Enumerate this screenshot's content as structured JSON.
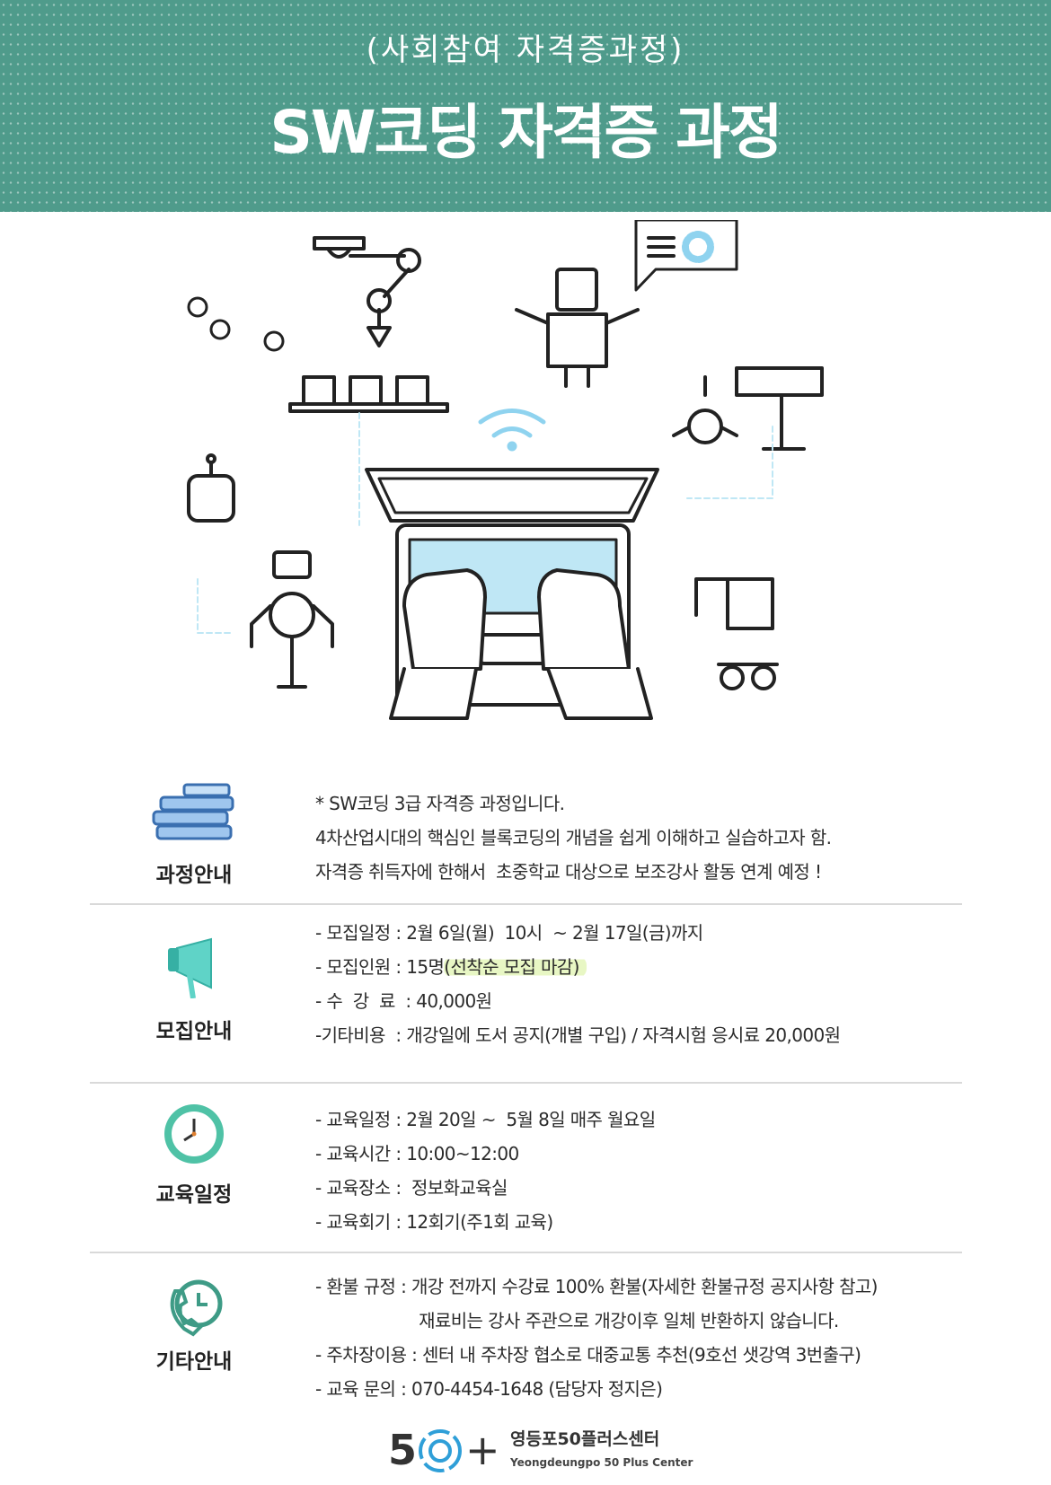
{
  "header": {
    "subtitle": "(사회참여 자격증과정)",
    "title": "SW코딩 자격증 과정",
    "background_color": "#4f9b8b"
  },
  "illustration": {
    "description_icons": [
      "laptop-icon",
      "robot-icon",
      "robot-arm-icon",
      "wifi-icon",
      "gear-icon",
      "hands-icon"
    ]
  },
  "sections": [
    {
      "label": "과정안내",
      "icon": "books-icon",
      "lines": [
        "* SW코딩 3급 자격증 과정입니다.",
        "4차산업시대의 핵심인 블록코딩의 개념을 쉽게 이해하고 실습하고자 함.",
        "자격증 취득자에 한해서  초중학교 대상으로 보조강사 활동 연계 예정 !"
      ]
    },
    {
      "label": "모집안내",
      "icon": "megaphone-icon",
      "lines": [
        "- 모집일정 : 2월 6일(월)  10시  ~ 2월 17일(금)까지",
        "- 모집인원 : 15명",
        "- 수  강  료  : 40,000원",
        "-기타비용  : 개강일에 도서 공지(개별 구입) / 자격시험 응시료 20,000원"
      ],
      "highlight": "(선착순 모집 마감)",
      "highlight_color": "#e8f7c4"
    },
    {
      "label": "교육일정",
      "icon": "clock-icon",
      "lines": [
        "- 교육일정 : 2월 20일 ~  5월 8일 매주 월요일",
        "- 교육시간 : 10:00~12:00",
        "- 교육장소 :  정보화교육실",
        "- 교육회기 : 12회기(주1회 교육)"
      ]
    },
    {
      "label": "기타안내",
      "icon": "phone-clock-icon",
      "lines": [
        "- 환불 규정 : 개강 전까지 수강료 100% 환불(자세한 환불규정 공지사항 참고)",
        "                    재료비는 강사 주관으로 개강이후 일체 반환하지 않습니다.",
        "- 주차장이용 : 센터 내 주차장 협소로 대중교통 추천(9호선 샛강역 3번출구)",
        "- 교육 문의 : 070-4454-1648 (담당자 정지은)"
      ]
    }
  ],
  "footer": {
    "logo_mark": "5",
    "logo_plus": "+",
    "org_name_kr": "영등포50플러스센터",
    "org_name_en": "Yeongdeungpo 50 Plus Center",
    "logo_color": "#2f9fd8"
  }
}
